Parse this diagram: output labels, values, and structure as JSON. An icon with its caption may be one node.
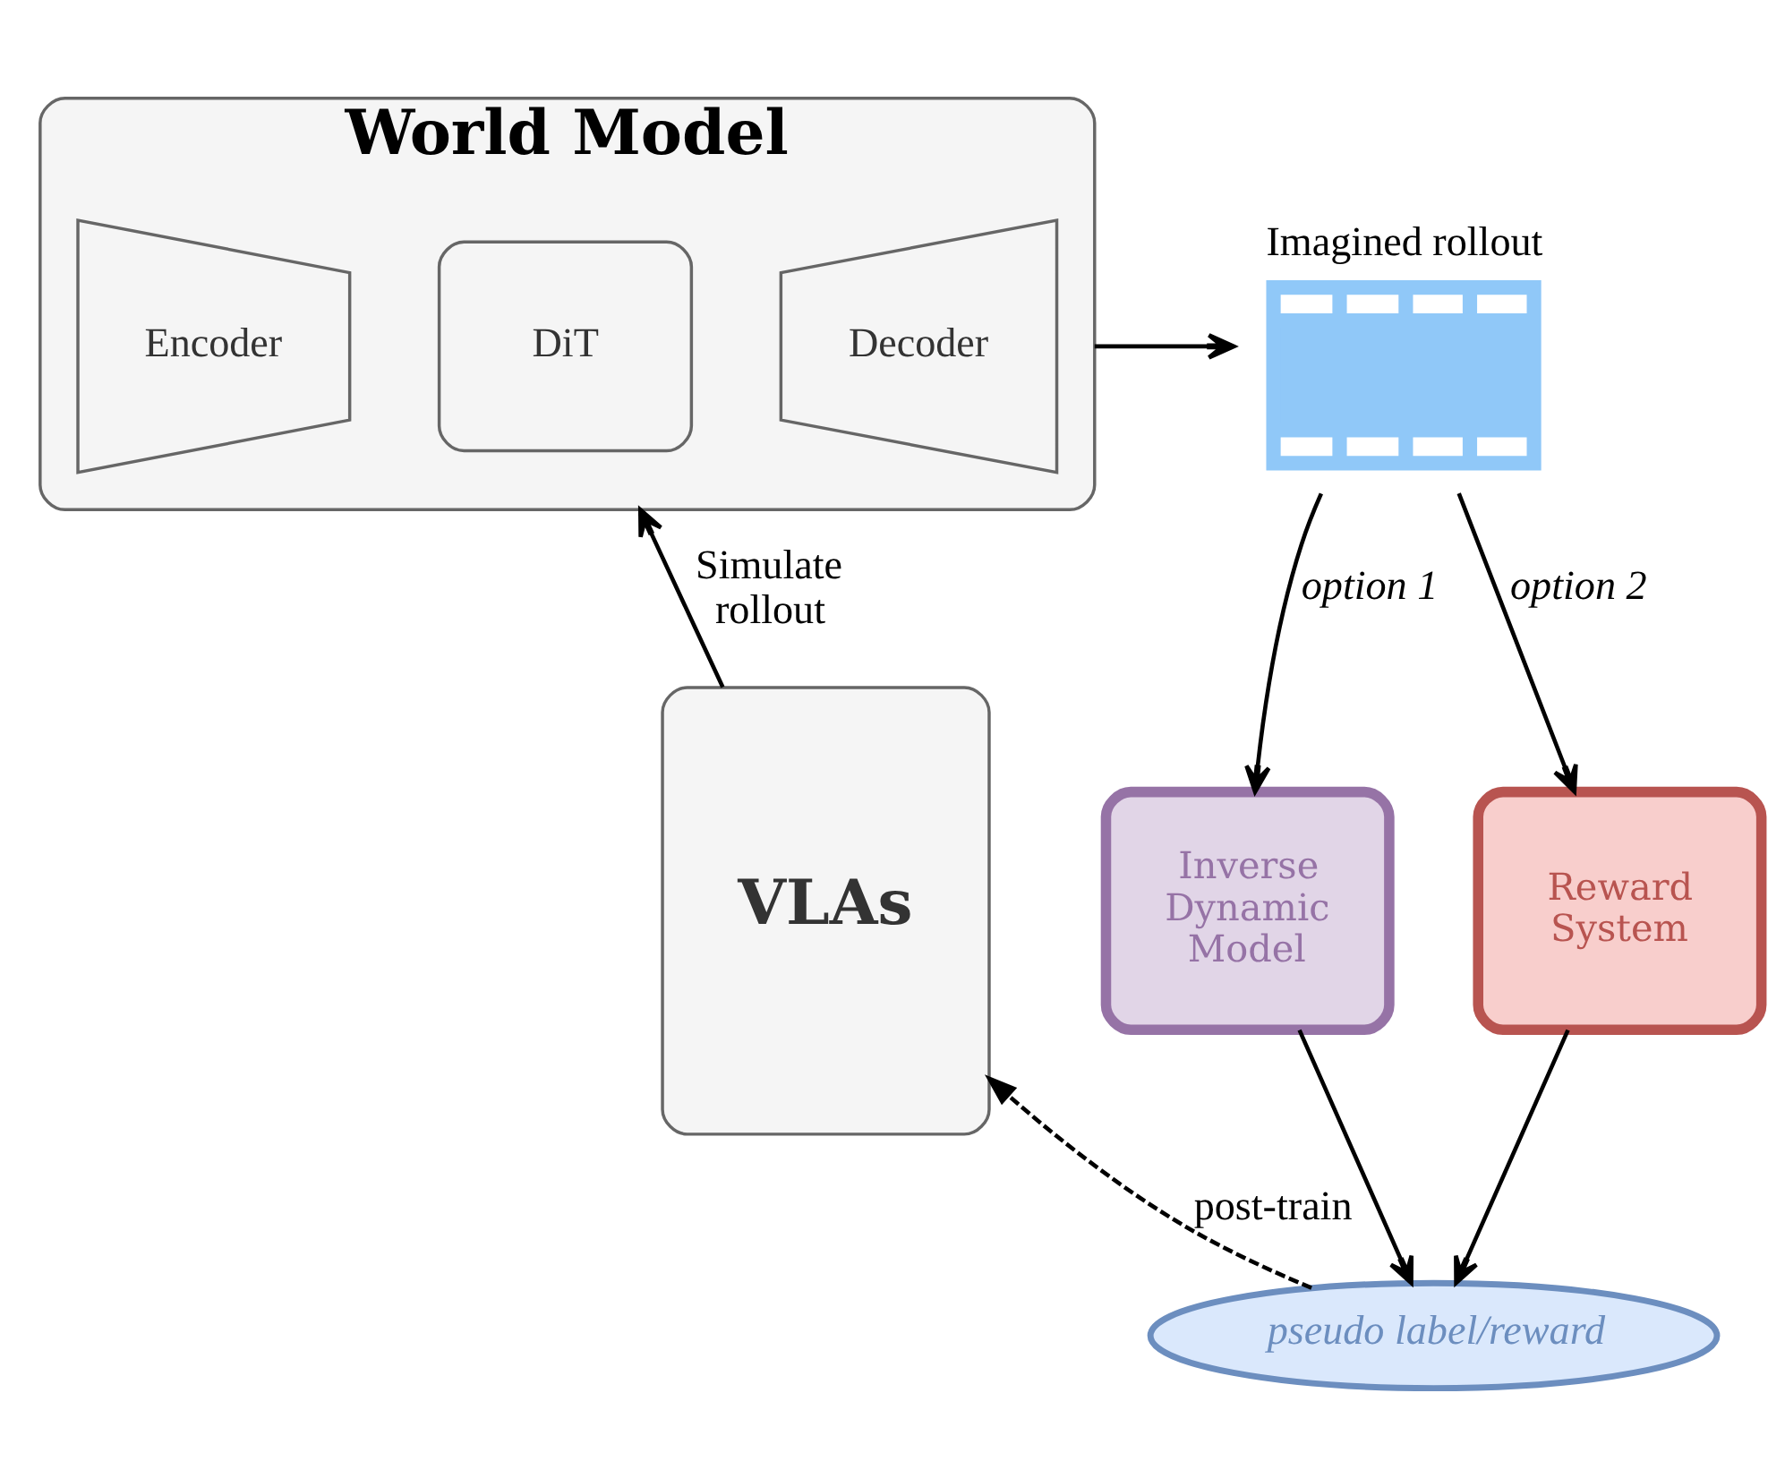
{
  "diagram": {
    "nodes": [
      {
        "text": [
          "World Model"
        ]
      },
      {
        "text": [
          "Encoder"
        ],
        "in": 0
      },
      {
        "text": [
          "DiT"
        ],
        "in": 0
      },
      {
        "text": [
          "Decoder"
        ],
        "in": 0
      },
      {
        "text": [
          "Imagined rollout"
        ]
      },
      {
        "text": [
          "Inverse Dynamic Model"
        ]
      },
      {
        "text": [
          "Reward System"
        ]
      },
      {
        "text": [
          "pseudo label/reward"
        ]
      },
      {
        "text": [
          "VLAs"
        ]
      }
    ],
    "edges": [
      {
        "from": 0,
        "to": 4,
        "arrow": "to"
      },
      {
        "from": 8,
        "to": 0,
        "arrow": "to",
        "label": "Simulate rollout"
      },
      {
        "from": 4,
        "to": 5,
        "arrow": "to",
        "label": "option 1"
      },
      {
        "from": 4,
        "to": 6,
        "arrow": "to",
        "label": "option 2"
      },
      {
        "from": 5,
        "to": 7,
        "arrow": "to"
      },
      {
        "from": 6,
        "to": 7,
        "arrow": "to"
      },
      {
        "from": 7,
        "to": 8,
        "arrow": "to",
        "label": "post-train",
        "style": "dashed"
      }
    ]
  }
}
